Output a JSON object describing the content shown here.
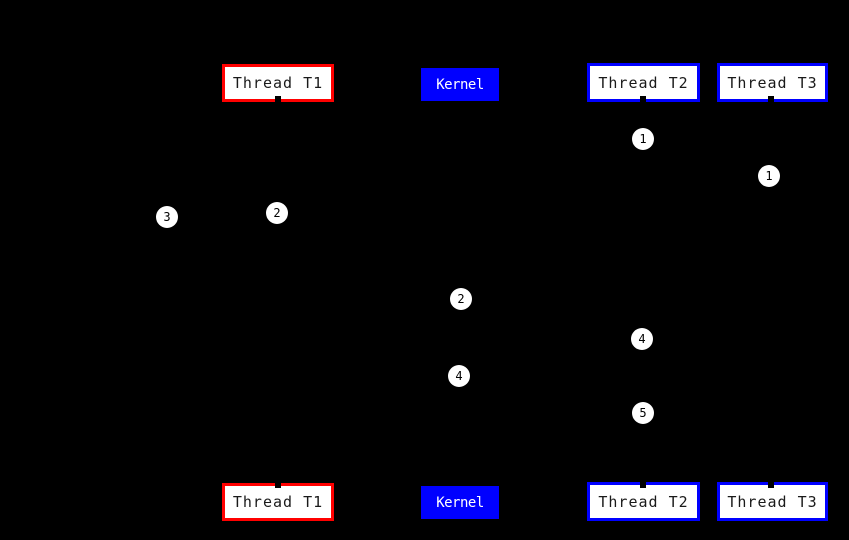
{
  "diagram": {
    "type": "sequence-diagram",
    "background_color": "#000000",
    "colors": {
      "thread_t1_border": "#ff0000",
      "thread_t2_border": "#0000ff",
      "thread_t3_border": "#0000ff",
      "kernel_fill": "#0000ff",
      "box_fill": "#ffffff",
      "box_text": "#1a1a1a",
      "kernel_text": "#ffffff",
      "marker_fill": "#ffffff",
      "marker_text": "#000000"
    }
  },
  "entities": {
    "t1": "Thread T1",
    "kernel": "Kernel",
    "t2": "Thread T2",
    "t3": "Thread T3"
  },
  "markers": [
    {
      "label": "1"
    },
    {
      "label": "1"
    },
    {
      "label": "2"
    },
    {
      "label": "3"
    },
    {
      "label": "2"
    },
    {
      "label": "4"
    },
    {
      "label": "4"
    },
    {
      "label": "5"
    }
  ]
}
